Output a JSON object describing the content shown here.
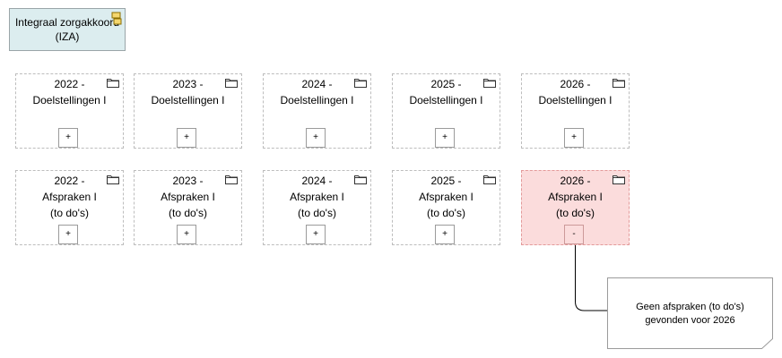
{
  "root": {
    "label": "Integraal zorgakkoord\n(IZA)",
    "icon": "artifact-icon"
  },
  "doelstellingen": [
    {
      "label": "2022 -\nDoelstellingen I",
      "toggle": "+",
      "icon": "folder-icon"
    },
    {
      "label": "2023 -\nDoelstellingen I",
      "toggle": "+",
      "icon": "folder-icon"
    },
    {
      "label": "2024 -\nDoelstellingen I",
      "toggle": "+",
      "icon": "folder-icon"
    },
    {
      "label": "2025 -\nDoelstellingen I",
      "toggle": "+",
      "icon": "folder-icon"
    },
    {
      "label": "2026 -\nDoelstellingen I",
      "toggle": "+",
      "icon": "folder-icon"
    }
  ],
  "afspraken": [
    {
      "label": "2022 -\nAfspraken I\n(to do's)",
      "toggle": "+",
      "icon": "folder-icon"
    },
    {
      "label": "2023 -\nAfspraken I\n(to do's)",
      "toggle": "+",
      "icon": "folder-icon"
    },
    {
      "label": "2024 -\nAfspraken I\n(to do's)",
      "toggle": "+",
      "icon": "folder-icon"
    },
    {
      "label": "2025 -\nAfspraken I\n(to do's)",
      "toggle": "+",
      "icon": "folder-icon"
    },
    {
      "label": "2026 -\nAfspraken I\n(to do's)",
      "toggle": "-",
      "icon": "folder-icon",
      "selected": true
    }
  ],
  "note": {
    "text": "Geen afspraken (to do's)\ngevonden voor 2026",
    "icon": "note-shape"
  },
  "colors": {
    "root_fill": "#dcedef",
    "selected_fill": "#fbdcdc",
    "dashed_border": "#bdbdbd"
  }
}
